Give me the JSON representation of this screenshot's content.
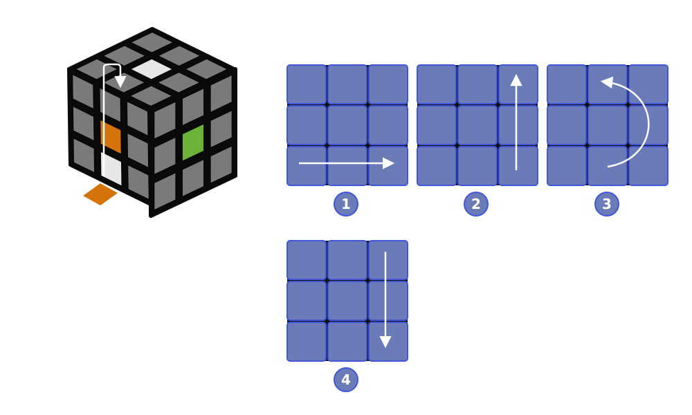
{
  "colors": {
    "cube_body": "#0a0a0a",
    "sticker_gray": "#7a7a7a",
    "sticker_white": "#e6e6e6",
    "sticker_orange": "#d4720c",
    "sticker_green": "#6cb23a",
    "panel_fill": "#6b7bb8",
    "panel_border": "#3f56d8",
    "panel_gap": "#111111",
    "arrow": "#ffffff",
    "badge_fill": "#6b7bb8",
    "badge_text": "#ffffff"
  },
  "cube": {
    "icon": "rubiks-cube-icon",
    "highlighted_stickers": [
      "top-white",
      "front-orange",
      "front-white",
      "right-green",
      "bottom-orange"
    ],
    "arrow": "up-down-loop-arrow"
  },
  "steps": [
    {
      "number": "1",
      "arrow": "arrow-right-bottom-row"
    },
    {
      "number": "2",
      "arrow": "arrow-up-right-column"
    },
    {
      "number": "3",
      "arrow": "arrow-curved-counterclockwise"
    },
    {
      "number": "4",
      "arrow": "arrow-down-right-column"
    }
  ]
}
